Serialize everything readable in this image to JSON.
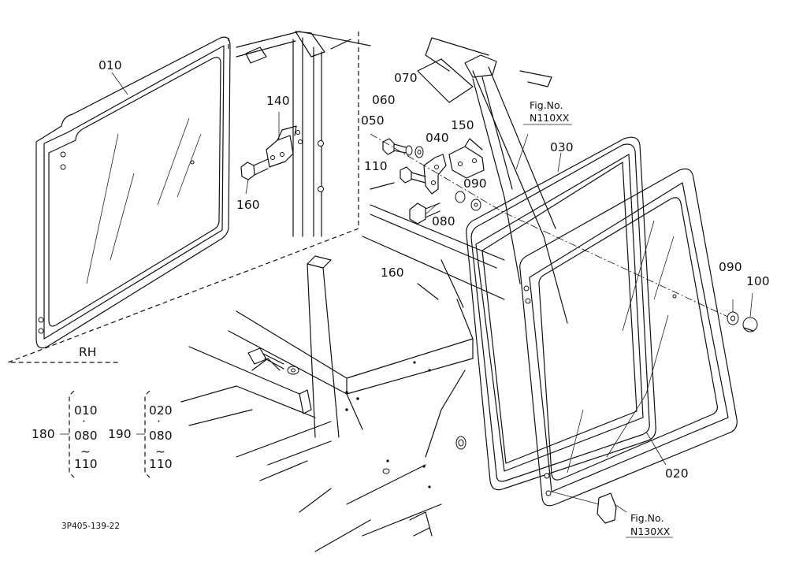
{
  "parts": {
    "p010": "010",
    "p020": "020",
    "p030": "030",
    "p040": "040",
    "p050": "050",
    "p060": "060",
    "p070": "070",
    "p080": "080",
    "p090": "090",
    "p090b": "090",
    "p100": "100",
    "p110": "110",
    "p140": "140",
    "p150": "150",
    "p160": "160",
    "p160b": "160"
  },
  "side_label": "RH",
  "fig_refs": {
    "upper_title": "Fig.No.",
    "upper_number": "N110XX",
    "lower_title": "Fig.No.",
    "lower_number": "N130XX"
  },
  "assemblies": [
    {
      "id": "180",
      "items": [
        "010",
        "080",
        "110"
      ],
      "mid_mark": "·",
      "range_mark": "~"
    },
    {
      "id": "190",
      "items": [
        "020",
        "080",
        "110"
      ],
      "mid_mark": "·",
      "range_mark": "~"
    }
  ],
  "drawing_code": "3P405-139-22"
}
